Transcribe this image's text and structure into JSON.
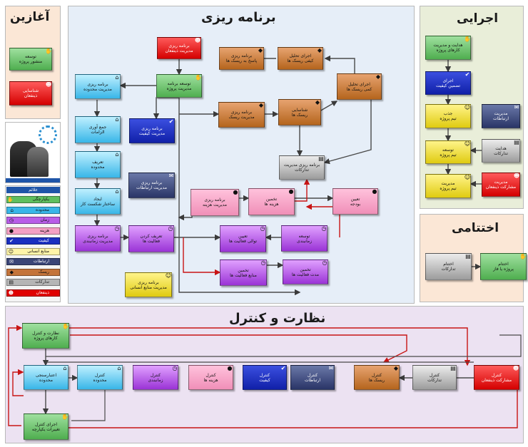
{
  "panels": {
    "initiating": {
      "title": "آغازین"
    },
    "planning": {
      "title": "برنامه ریزی"
    },
    "executing": {
      "title": "اجرایی"
    },
    "closing": {
      "title": "اختتامی"
    },
    "monitoring": {
      "title": "نظارت و کنترل"
    }
  },
  "legend": {
    "header": "علائم",
    "items": [
      {
        "label": "یکپارچگی",
        "color": "#5fbf5f",
        "icon": "hand-icon"
      },
      {
        "label": "محدوده",
        "color": "#38b6e8",
        "icon": "house-icon"
      },
      {
        "label": "زمان",
        "color": "#b85de8",
        "icon": "clock-icon"
      },
      {
        "label": "هزینه",
        "color": "#f5a0c4",
        "icon": "coins-icon"
      },
      {
        "label": "کیفیت",
        "color": "#1a2fc0",
        "icon": "check-icon"
      },
      {
        "label": "منابع انسانی",
        "color": "#fff4a8",
        "icon": "person-icon"
      },
      {
        "label": "ارتباطات",
        "color": "#3a4577",
        "icon": "mail-icon"
      },
      {
        "label": "ریسک",
        "color": "#c4743a",
        "icon": "dice-icon"
      },
      {
        "label": "تدارکات",
        "color": "#b5b5b5",
        "icon": "document-icon"
      },
      {
        "label": "ذینفعان",
        "color": "#e00000",
        "icon": "people-icon"
      }
    ]
  },
  "boxes": {
    "charter": "توسعه\nمنشور پروژه",
    "stakeholders_id": "شناسایی\nذینفعان",
    "plan_stakeholder": "برنامه ریزی\nمدیریت ذینفعان",
    "plan_risk_response": "برنامه ریزی\nپاسخ به ریسک ها",
    "qual_risk": "اجرای تحلیل\nکیفی ریسک ها",
    "quant_risk": "اجرای تحلیل\nکمی ریسک ها",
    "plan_scope_mgmt": "برنامه ریزی\nمدیریت محدوده",
    "project_plan": "توسعه برنامه\nمدیریت پروژه",
    "plan_risk_mgmt": "برنامه ریزی\nمدیریت ریسک",
    "identify_risk": "شناسایی\nریسک ها",
    "collect_req": "جمع آوری\nالزامات",
    "plan_quality": "برنامه ریزی\nمدیریت کیفیت",
    "plan_procurement": "برنامه ریزی مدیریت\nتدارکات",
    "define_scope": "تعریف\nمحدوده",
    "plan_comm": "برنامه ریزی\nمدیریت ارتباطات",
    "wbs": "ایجاد\nساختار شکست کار",
    "plan_cost": "برنامه ریزی\nمدیریت هزینه",
    "estimate_cost": "تخمین\nهزینه ها",
    "budget": "تعیین\nبودجه",
    "plan_schedule": "برنامه ریزی\nمدیریت زمانبندی",
    "define_activities": "تعریف کردن\nفعالیت ها",
    "sequence": "تعیین\nتوالی فعالیت ها",
    "develop_schedule": "توسعه\nزمانبندی",
    "activity_resources": "تخمین\nمنابع فعالیت ها",
    "activity_duration": "تخمین\nمدت فعالیت ها",
    "plan_hr": "برنامه ریزی\nمدیریت منابع انسانی",
    "direct_work": "هدایت و مدیریت\nکارهای پروژه",
    "quality_assurance": "اجرای\nتضمین کیفیت",
    "acquire_team": "جذب\nتیم پروژه",
    "manage_comm": "مدیریت\nارتباطات",
    "develop_team": "توسعه\nتیم پروژه",
    "conduct_proc": "هدایت\nتدارکات",
    "manage_team": "مدیریت\nتیم پروژه",
    "manage_engagement": "مدیریت\nمشارکت ذینفعان",
    "close_proc": "اختتام\nتدارکات",
    "close_project": "اختتام\nپروژه یا فاز",
    "monitor_work": "نظارت و کنترل\nکارهای پروژه",
    "validate_scope": "اعتبارسنجی\nمحدوده",
    "control_scope": "کنترل\nمحدوده",
    "control_schedule": "کنترل\nزمانبندی",
    "control_cost": "کنترل\nهزینه ها",
    "control_quality": "کنترل\nکیفیت",
    "control_comm": "کنترل\nارتباطات",
    "control_risk": "کنترل\nریسک ها",
    "control_proc": "کنترل\nتدارکات",
    "control_stakeholder": "کنترل\nمشارکت ذینفعان",
    "integrated_change": "اجرای کنترل\nتغییرات یکپارچه"
  }
}
